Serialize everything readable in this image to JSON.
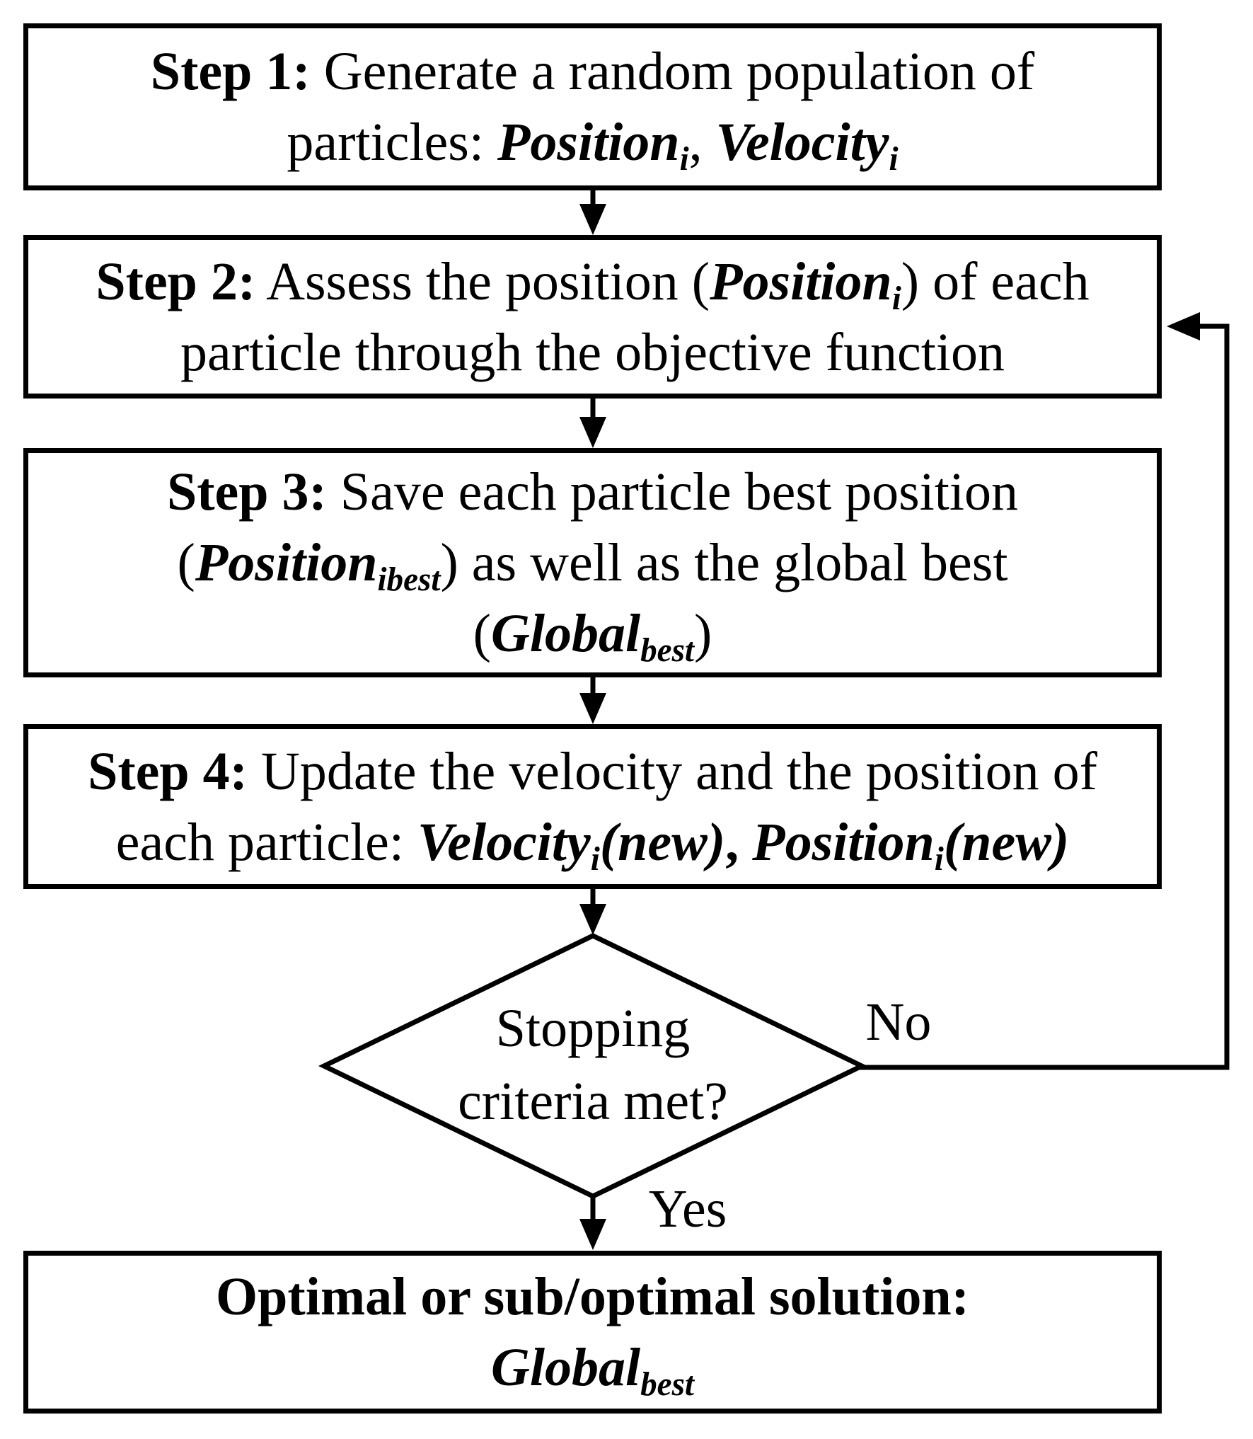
{
  "flowchart": {
    "colors": {
      "ink": "#000000",
      "paper": "#ffffff"
    },
    "steps": [
      {
        "name": "step-1",
        "lines": [
          [
            {
              "text": "Step 1:",
              "bold": true
            },
            {
              "text": " Generate a random population of"
            }
          ],
          [
            {
              "text": "particles: "
            },
            {
              "text": "Position",
              "bold": true,
              "italic": true
            },
            {
              "text": "i",
              "bold": true,
              "italic": true,
              "sub": true
            },
            {
              "text": ", "
            },
            {
              "text": "Velocity",
              "bold": true,
              "italic": true
            },
            {
              "text": "i",
              "bold": true,
              "italic": true,
              "sub": true
            }
          ]
        ]
      },
      {
        "name": "step-2",
        "lines": [
          [
            {
              "text": "Step 2:",
              "bold": true
            },
            {
              "text": " Assess the position ("
            },
            {
              "text": "Position",
              "bold": true,
              "italic": true
            },
            {
              "text": "i",
              "bold": true,
              "italic": true,
              "sub": true
            },
            {
              "text": ") of each"
            }
          ],
          [
            {
              "text": "particle through the objective function"
            }
          ]
        ]
      },
      {
        "name": "step-3",
        "lines": [
          [
            {
              "text": "Step 3:",
              "bold": true
            },
            {
              "text": " Save each particle best position"
            }
          ],
          [
            {
              "text": "("
            },
            {
              "text": "Position",
              "bold": true,
              "italic": true
            },
            {
              "text": "ibest",
              "bold": true,
              "italic": true,
              "sub": true
            },
            {
              "text": ") as well as the global best"
            }
          ],
          [
            {
              "text": "("
            },
            {
              "text": "Global",
              "bold": true,
              "italic": true
            },
            {
              "text": "best",
              "bold": true,
              "italic": true,
              "sub": true
            },
            {
              "text": ")"
            }
          ]
        ]
      },
      {
        "name": "step-4",
        "lines": [
          [
            {
              "text": "Step 4:",
              "bold": true
            },
            {
              "text": " Update the velocity and the position of"
            }
          ],
          [
            {
              "text": "each particle: "
            },
            {
              "text": "Velocity",
              "bold": true,
              "italic": true
            },
            {
              "text": "i",
              "bold": true,
              "italic": true,
              "sub": true
            },
            {
              "text": "(new)",
              "bold": true,
              "italic": true
            },
            {
              "text": ", ",
              "bold": true
            },
            {
              "text": "Position",
              "bold": true,
              "italic": true
            },
            {
              "text": "i",
              "bold": true,
              "italic": true,
              "sub": true
            },
            {
              "text": "(new)",
              "bold": true,
              "italic": true
            }
          ]
        ]
      }
    ],
    "decision": {
      "name": "stopping-criteria",
      "lines": [
        [
          {
            "text": "Stopping"
          }
        ],
        [
          {
            "text": "criteria met?"
          }
        ]
      ]
    },
    "branch_labels": {
      "no": "No",
      "yes": "Yes"
    },
    "result": {
      "name": "result",
      "lines": [
        [
          {
            "text": "Optimal or sub/optimal solution:",
            "bold": true
          }
        ],
        [
          {
            "text": "Global",
            "bold": true,
            "italic": true
          },
          {
            "text": "best",
            "bold": true,
            "italic": true,
            "sub": true
          }
        ]
      ]
    }
  }
}
